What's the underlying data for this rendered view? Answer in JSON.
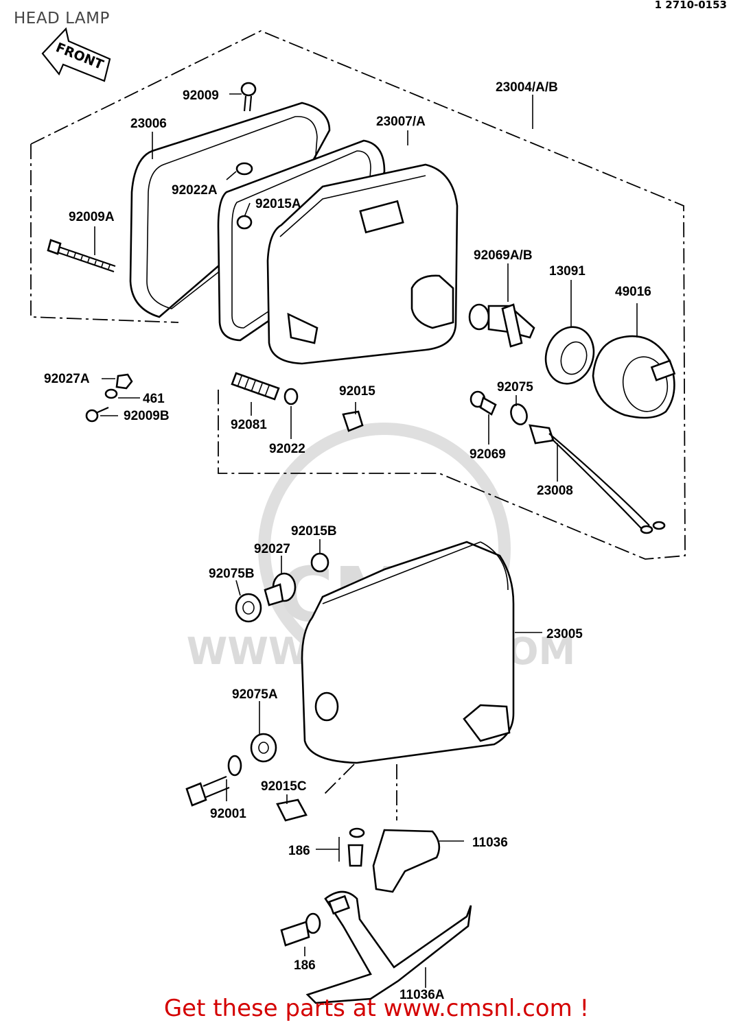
{
  "header": {
    "title": "HEAD LAMP",
    "ref_code": "1 2710-0153"
  },
  "diagram": {
    "front_arrow_label": "FRONT",
    "watermark": {
      "line1": "CMS",
      "line2": "WWW.CMSNL.COM"
    },
    "part_labels": {
      "p92009": "92009",
      "p23006": "23006",
      "p23004": "23004/A/B",
      "p23007": "23007/A",
      "p92022A": "92022A",
      "p92015A": "92015A",
      "p92009A": "92009A",
      "p92069AB": "92069A/B",
      "p13091": "13091",
      "p49016": "49016",
      "p92027A": "92027A",
      "p461": "461",
      "p92009B": "92009B",
      "p92081": "92081",
      "p92022": "92022",
      "p92015": "92015",
      "p92075": "92075",
      "p92069": "92069",
      "p23008": "23008",
      "p92015B": "92015B",
      "p92027": "92027",
      "p92075B": "92075B",
      "p23005": "23005",
      "p92075A": "92075A",
      "p92001": "92001",
      "p92015C": "92015C",
      "p186a": "186",
      "p11036": "11036",
      "p186b": "186",
      "p11036A": "11036A"
    }
  },
  "footer": {
    "cta": "Get these parts at www.cmsnl.com !",
    "cta_color": "#d40000"
  }
}
